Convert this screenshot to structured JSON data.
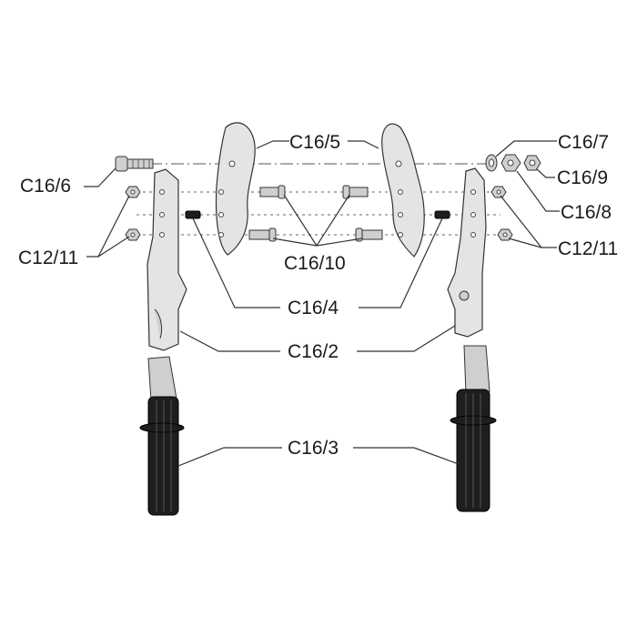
{
  "labels": {
    "c16_5": "C16/5",
    "c16_7": "C16/7",
    "c16_6": "C16/6",
    "c16_9": "C16/9",
    "c16_8": "C16/8",
    "c12_11_left": "C12/11",
    "c12_11_right": "C12/11",
    "c16_10": "C16/10",
    "c16_4": "C16/4",
    "c16_2": "C16/2",
    "c16_3": "C16/3"
  },
  "colors": {
    "grip": "#1e1e1e",
    "metal": "#e4e4e4",
    "line": "#333333"
  }
}
